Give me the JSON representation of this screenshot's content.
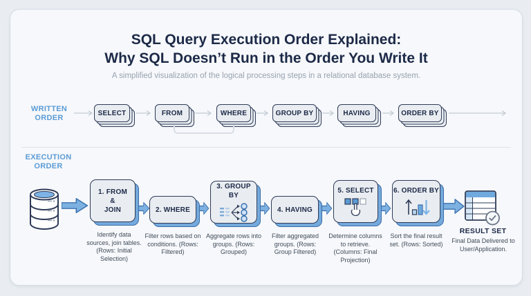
{
  "header": {
    "title_line1": "SQL Query Execution Order Explained:",
    "title_line2": "Why SQL Doesn’t Run in the Order You Write It",
    "subtitle": "A simplified visualization of the logical processing steps in a relational database system."
  },
  "written_order": {
    "label_line1": "WRITTEN",
    "label_line2": "ORDER",
    "steps": [
      "SELECT",
      "FROM",
      "WHERE",
      "GROUP BY",
      "HAVING",
      "ORDER BY"
    ]
  },
  "execution_order": {
    "label_line1": "EXECUTION",
    "label_line2": "ORDER",
    "source_icon": "database-icon",
    "steps": [
      {
        "title": "1. FROM\n&\nJOIN",
        "description": "Identify data sources, join tables. (Rows: Initial Selection)"
      },
      {
        "title": "2. WHERE",
        "description": "Filter rows based on conditions. (Rows: Filtered)"
      },
      {
        "title": "3. GROUP BY",
        "description": "Aggregate rows into groups. (Rows: Grouped)",
        "icon": "group-rows-icon"
      },
      {
        "title": "4. HAVING",
        "description": "Filter aggregated groups. (Rows: Group Filtered)"
      },
      {
        "title": "5. SELECT",
        "description": "Determine columns to retrieve. (Columns: Final Projection)",
        "icon": "column-picker-icon"
      },
      {
        "title": "6. ORDER BY",
        "description": "Sort the final result set. (Rows: Sorted)",
        "icon": "sort-arrows-icon"
      }
    ],
    "result": {
      "label": "RESULT SET",
      "description": "Final Data Delivered to User/Application.",
      "icon": "result-table-check-icon"
    }
  },
  "colors": {
    "background": "#e9edf2",
    "card_background": "#f6f8fb",
    "navy_text": "#1c2947",
    "box_border": "#2e3a57",
    "box_fill": "#e9edf1",
    "accent_blue": "#5b9bd5",
    "arrow_fill": "#7db1e1",
    "arrow_border": "#3a70ad",
    "muted_gray": "#98a2ae",
    "description_text": "#414b59",
    "thin_line": "#c3cbd4"
  }
}
